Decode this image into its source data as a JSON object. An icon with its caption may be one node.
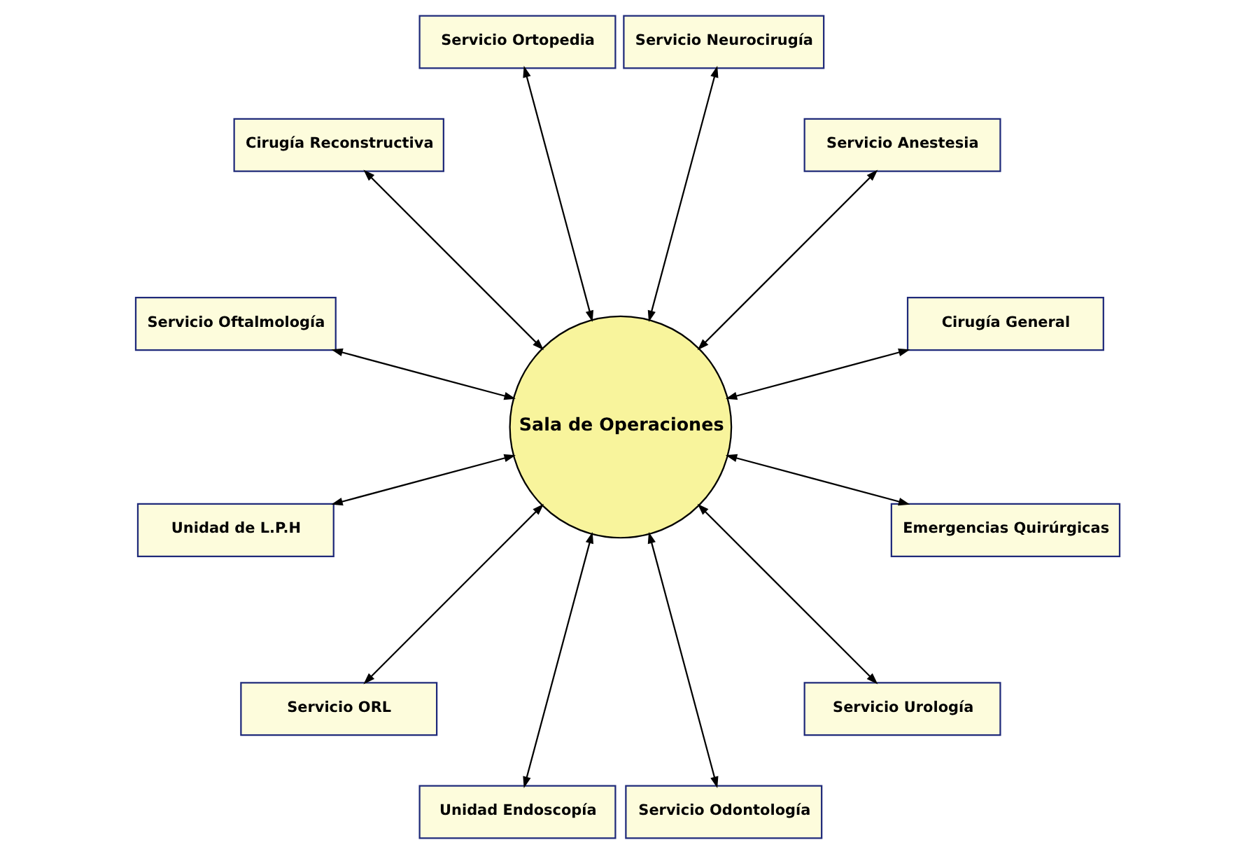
{
  "diagram": {
    "nodes": [
      {
        "text": [
          "Cirugía General"
        ]
      },
      {
        "text": [
          "Servicio Anestesia"
        ]
      },
      {
        "text": [
          "Servicio Neurocirugía"
        ]
      },
      {
        "text": [
          "Servicio Ortopedia"
        ]
      },
      {
        "text": [
          "Cirugía Reconstructiva"
        ]
      },
      {
        "text": [
          "Servicio Oftalmología"
        ]
      },
      {
        "text": [
          "Sala de Operaciones"
        ]
      },
      {
        "text": [
          "Unidad de L.P.H"
        ]
      },
      {
        "text": [
          "Servicio ORL"
        ]
      },
      {
        "text": [
          "Unidad Endoscopía"
        ]
      },
      {
        "text": [
          "Servicio Odontología"
        ]
      },
      {
        "text": [
          "Servicio Urología"
        ]
      },
      {
        "text": [
          "Emergencias Quirúrgicas"
        ]
      }
    ],
    "edges": [
      {
        "from": 6,
        "to": 1,
        "arrow": "both"
      },
      {
        "from": 6,
        "to": 2,
        "arrow": "both"
      },
      {
        "from": 6,
        "to": 4,
        "arrow": "both"
      },
      {
        "from": 6,
        "to": 7,
        "arrow": "both"
      },
      {
        "from": 6,
        "to": 9,
        "arrow": "both"
      },
      {
        "from": 6,
        "to": 12,
        "arrow": "both"
      },
      {
        "from": 6,
        "to": 11,
        "arrow": "both"
      },
      {
        "from": 6,
        "to": 10,
        "arrow": "both"
      },
      {
        "from": 6,
        "to": 8,
        "arrow": "both"
      },
      {
        "from": 6,
        "to": 5,
        "arrow": "both"
      },
      {
        "from": 6,
        "to": 3,
        "arrow": "both"
      },
      {
        "from": 6,
        "to": 0,
        "arrow": "both"
      }
    ]
  }
}
